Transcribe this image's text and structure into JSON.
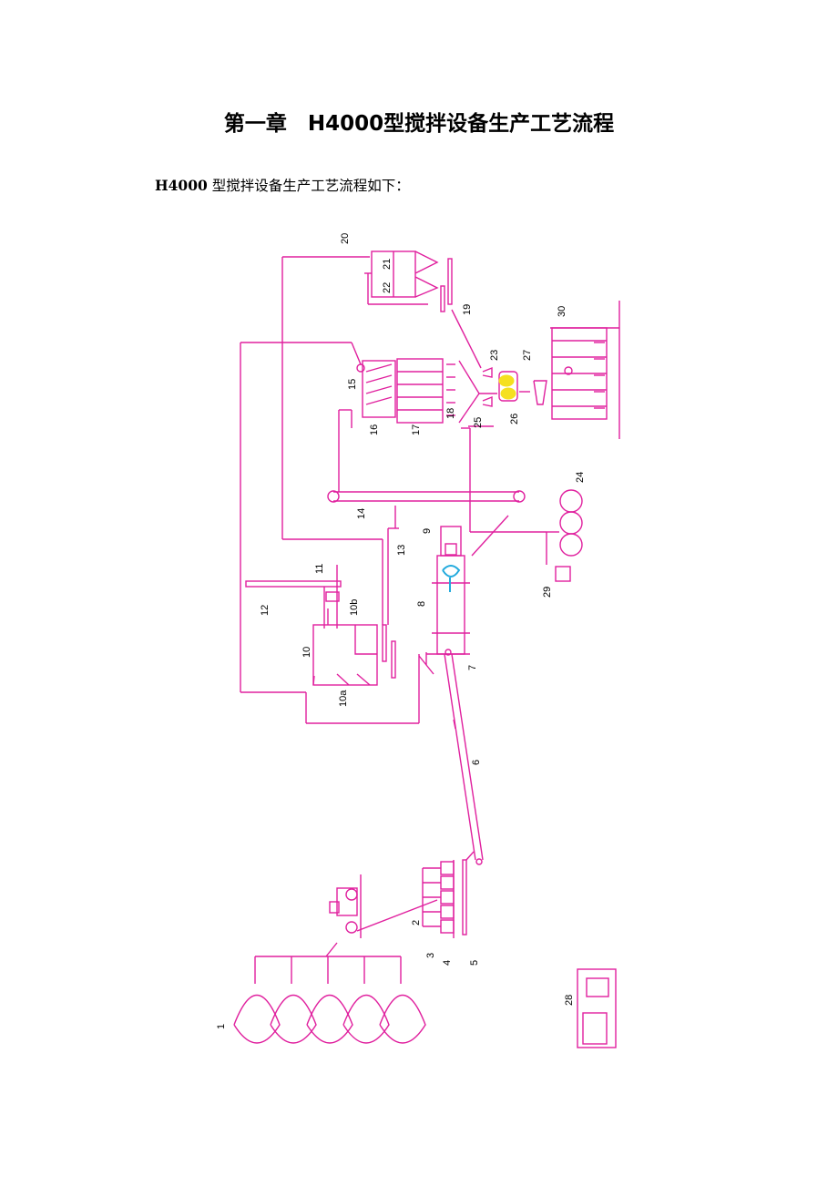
{
  "doc": {
    "title": "第一章　H4000型搅拌设备生产工艺流程",
    "intro_bold": "H4000",
    "intro_rest": " 型搅拌设备生产工艺流程如下："
  },
  "labels": {
    "l1": "1",
    "l2": "2",
    "l3": "3",
    "l4": "4",
    "l5": "5",
    "l6": "6",
    "l7": "7",
    "l8": "8",
    "l9": "9",
    "l10": "10",
    "l10a": "10a",
    "l10b": "10b",
    "l11": "11",
    "l12": "12",
    "l13": "13",
    "l14": "14",
    "l15": "15",
    "l16": "16",
    "l17": "17",
    "l18": "18",
    "l19": "19",
    "l20": "20",
    "l21": "21",
    "l22": "22",
    "l23": "23",
    "l24": "24",
    "l25": "25",
    "l26": "26",
    "l27": "27",
    "l28": "28",
    "l29": "29",
    "l30": "30"
  },
  "colors": {
    "flow": "#e0209e",
    "ink": "#000000",
    "blue": "#22aadd",
    "yellow": "#f5e020"
  }
}
